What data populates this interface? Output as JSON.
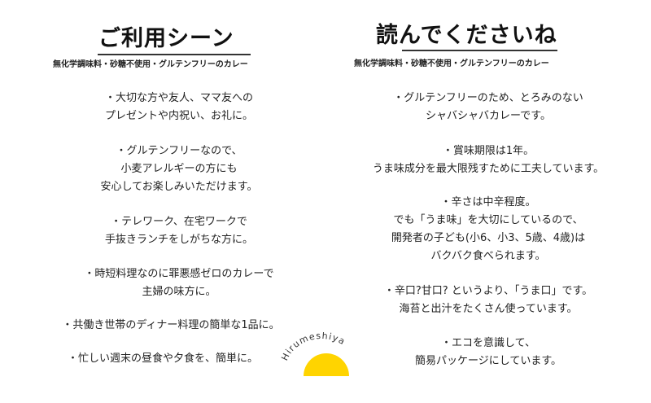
{
  "left": {
    "title": "ご利用シーン",
    "subtitle": "無化学調味料・砂糖不使用・グルテンフリーのカレー",
    "items": [
      {
        "lines": [
          "・大切な方や友人、ママ友への",
          "プレゼントや内祝い、お礼に。"
        ]
      },
      {
        "lines": [
          "・グルテンフリーなので、",
          "小麦アレルギーの方にも",
          "安心してお楽しみいただけます。"
        ]
      },
      {
        "lines": [
          "・テレワーク、在宅ワークで",
          "手抜きランチをしがちな方に。"
        ]
      },
      {
        "lines": [
          "・時短料理なのに罪悪感ゼロのカレーで",
          "主婦の味方に。"
        ]
      },
      {
        "lines": [
          "・共働き世帯のディナー料理の簡単な1品に。"
        ]
      },
      {
        "lines": [
          "・忙しい週末の昼食や夕食を、簡単に。"
        ]
      }
    ]
  },
  "right": {
    "title": "読んでくださいね",
    "subtitle": "無化学調味料・砂糖不使用・グルテンフリーのカレー",
    "items": [
      {
        "lines": [
          "・グルテンフリーのため、とろみのない",
          "シャバシャバカレーです。"
        ]
      },
      {
        "lines": [
          "・賞味期限は1年。",
          "うま味成分を最大限残すために工夫しています。"
        ]
      },
      {
        "lines": [
          "・辛さは中辛程度。",
          "でも「うま味」を大切にしているので、",
          "開発者の子ども(小6、小3、5歳、4歳)は",
          "バクバク食べられます。"
        ]
      },
      {
        "lines": [
          "・辛口?甘口? というより、「うま口」です。",
          "海苔と出汁をたくさん使っています。"
        ]
      },
      {
        "lines": [
          "・エコを意識して、",
          "簡易パッケージにしています。"
        ]
      }
    ]
  },
  "logo": {
    "text": "Hirumeshiya",
    "sun_color": "#FFD400",
    "icon": "sun-half-icon"
  }
}
